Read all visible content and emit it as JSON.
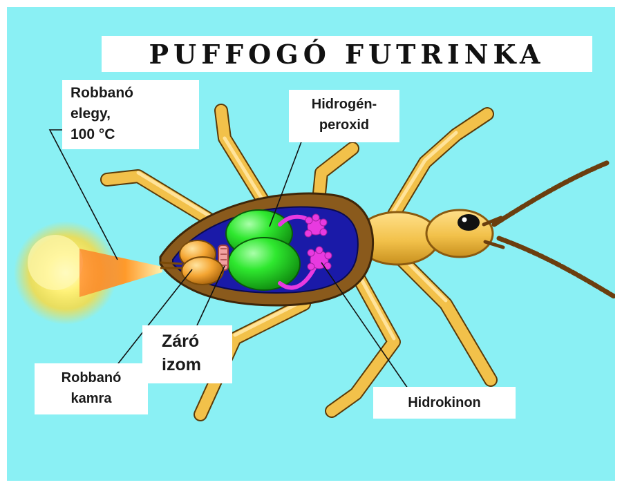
{
  "title": "PUFFOGÓ FUTRINKA",
  "labels": {
    "mixture": [
      "Robbanó",
      "elegy,",
      "100 °C"
    ],
    "peroxide": [
      "Hidrogén-",
      "peroxid"
    ],
    "valve": [
      "Záró",
      "izom"
    ],
    "chamber": [
      "Robbanó",
      "kamra"
    ],
    "hydroquinone": "Hidrokinon"
  },
  "colors": {
    "background": "#8af0f4",
    "beetle_body": "#f2c14a",
    "elytra": "#8a5a1c",
    "inner_cavity": "#1a1aa8",
    "reservoir": "#2be82b",
    "gland": "#e83ae0",
    "chamber": "#f4a532",
    "spray": "#ffe24a"
  }
}
